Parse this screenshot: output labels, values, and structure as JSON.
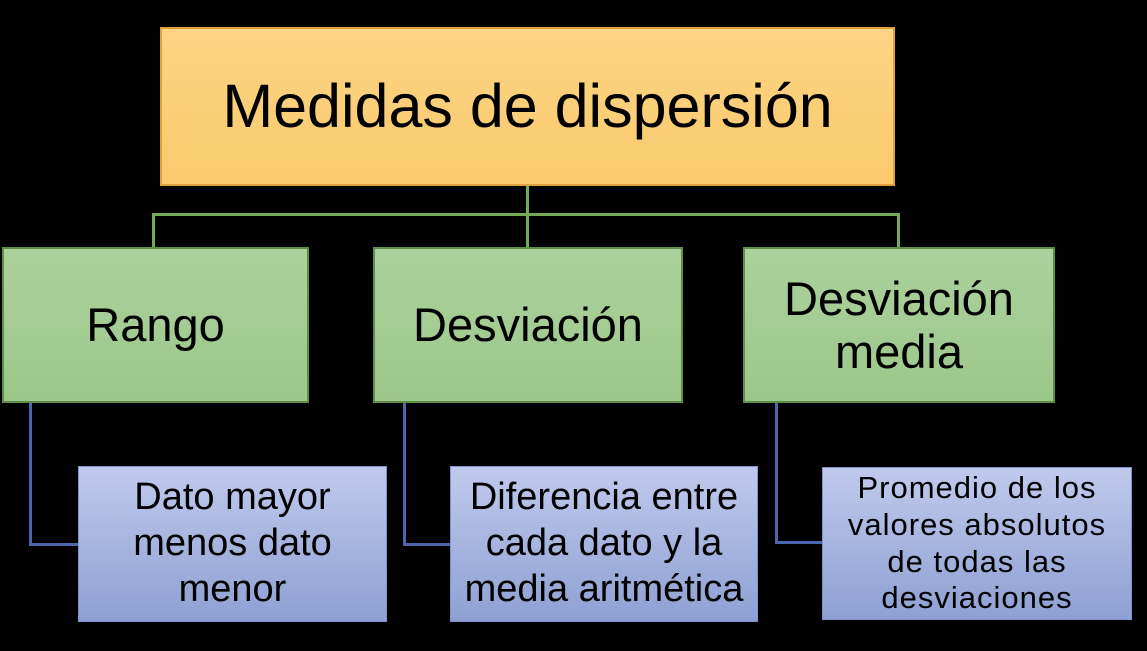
{
  "diagram": {
    "title": {
      "label": "Medidas de dispersión"
    },
    "branches": [
      {
        "label": "Rango",
        "description": "Dato mayor\nmenos dato\nmenor"
      },
      {
        "label": "Desviación",
        "description": "Diferencia entre\ncada dato y la\nmedia aritmética"
      },
      {
        "label": "Desviación\nmedia",
        "description": "Promedio de los\nvalores absolutos\nde todas las\ndesviaciones"
      }
    ]
  },
  "colors": {
    "background": "#000000",
    "text": "#000000",
    "title_fill_top": "#FCD484",
    "title_fill_bottom": "#FACA6D",
    "title_border": "#DFA13C",
    "branch_fill_top": "#ACD19C",
    "branch_fill_bottom": "#9CC78A",
    "branch_border": "#5E8F46",
    "branch_connector": "#72AB51",
    "leaf_fill_top": "#BFCAEC",
    "leaf_fill_bottom": "#8EA0D3",
    "leaf_border": "#8093CC",
    "leaf_connector": "#4C67AE"
  }
}
